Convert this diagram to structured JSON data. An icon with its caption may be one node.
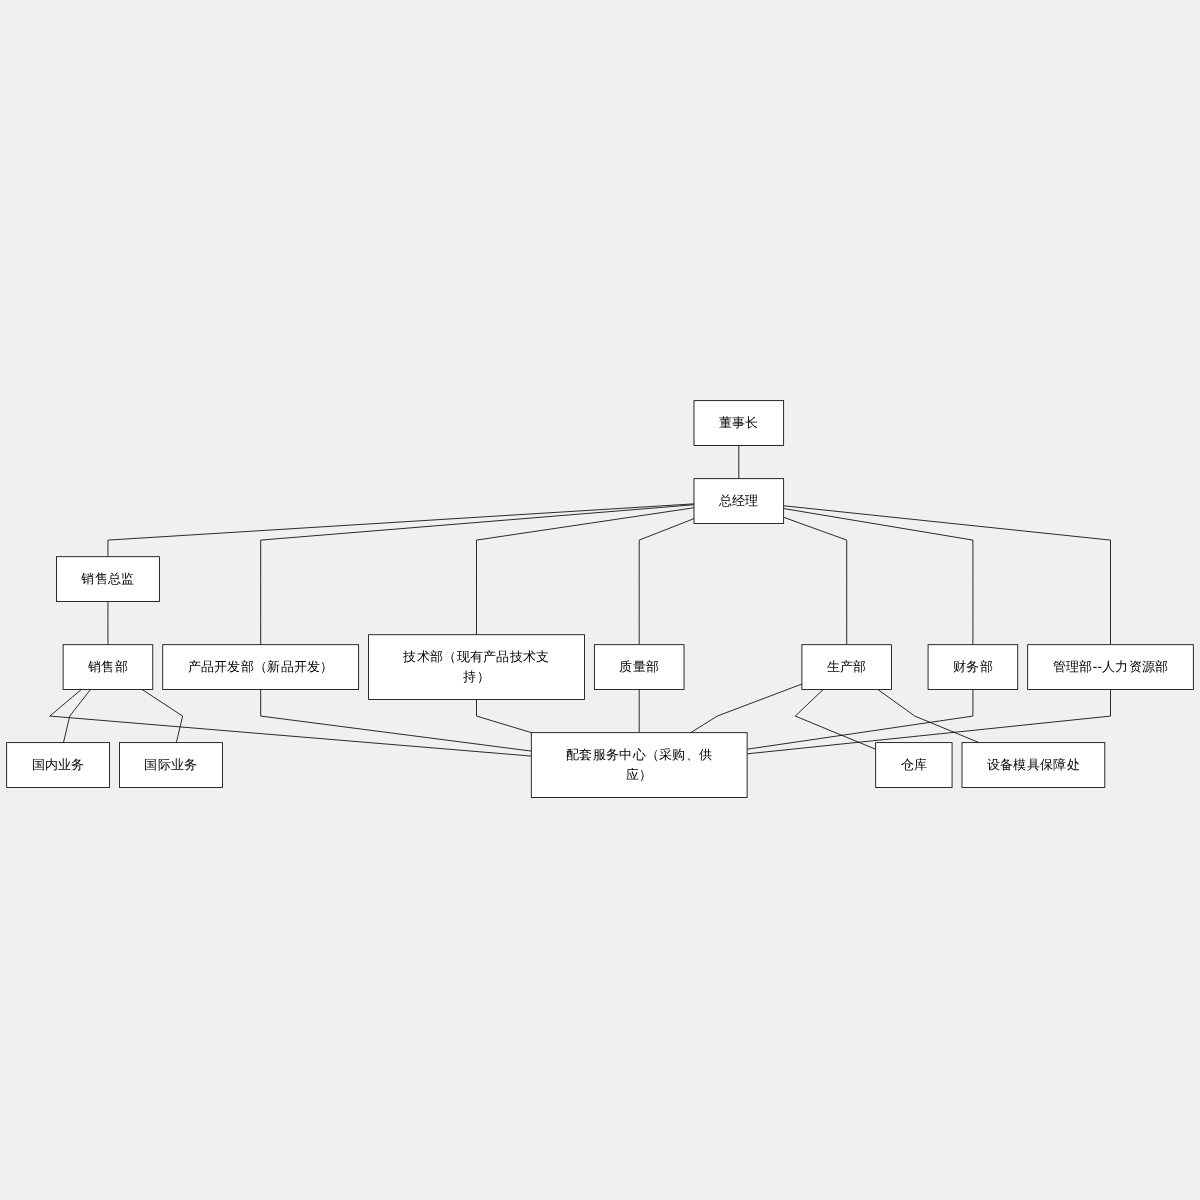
{
  "diagram": {
    "nodes": [
      {
        "text": [
          "董事长"
        ]
      },
      {
        "text": [
          "总经理"
        ]
      },
      {
        "text": [
          "销售总监"
        ]
      },
      {
        "text": [
          "销售部"
        ]
      },
      {
        "text": [
          "产品开发部（新品开发）"
        ]
      },
      {
        "text": [
          "技术部（现有产品技术支持）"
        ]
      },
      {
        "text": [
          "质量部"
        ]
      },
      {
        "text": [
          "生产部"
        ]
      },
      {
        "text": [
          "财务部"
        ]
      },
      {
        "text": [
          "管理部--人力资源部"
        ]
      },
      {
        "text": [
          "配套服务中心（采购、供应）"
        ]
      },
      {
        "text": [
          "国内业务"
        ]
      },
      {
        "text": [
          "国际业务"
        ]
      },
      {
        "text": [
          "仓库"
        ]
      },
      {
        "text": [
          "设备模具保障处"
        ]
      }
    ],
    "edges": [
      {
        "from": 0,
        "to": 1,
        "arrow": "none"
      },
      {
        "from": 1,
        "to": 2,
        "arrow": "none"
      },
      {
        "from": 2,
        "to": 3,
        "arrow": "none"
      },
      {
        "from": 1,
        "to": 4,
        "arrow": "none"
      },
      {
        "from": 1,
        "to": 5,
        "arrow": "none"
      },
      {
        "from": 1,
        "to": 6,
        "arrow": "none"
      },
      {
        "from": 1,
        "to": 7,
        "arrow": "none"
      },
      {
        "from": 1,
        "to": 8,
        "arrow": "none"
      },
      {
        "from": 1,
        "to": 9,
        "arrow": "none"
      },
      {
        "from": 3,
        "to": 10,
        "arrow": "none"
      },
      {
        "from": 4,
        "to": 10,
        "arrow": "none"
      },
      {
        "from": 5,
        "to": 10,
        "arrow": "none"
      },
      {
        "from": 6,
        "to": 10,
        "arrow": "none"
      },
      {
        "from": 7,
        "to": 10,
        "arrow": "none"
      },
      {
        "from": 8,
        "to": 10,
        "arrow": "none"
      },
      {
        "from": 9,
        "to": 10,
        "arrow": "none"
      },
      {
        "from": 3,
        "to": 11,
        "arrow": "none"
      },
      {
        "from": 3,
        "to": 12,
        "arrow": "none"
      },
      {
        "from": 7,
        "to": 13,
        "arrow": "none"
      },
      {
        "from": 7,
        "to": 14,
        "arrow": "none"
      }
    ]
  }
}
